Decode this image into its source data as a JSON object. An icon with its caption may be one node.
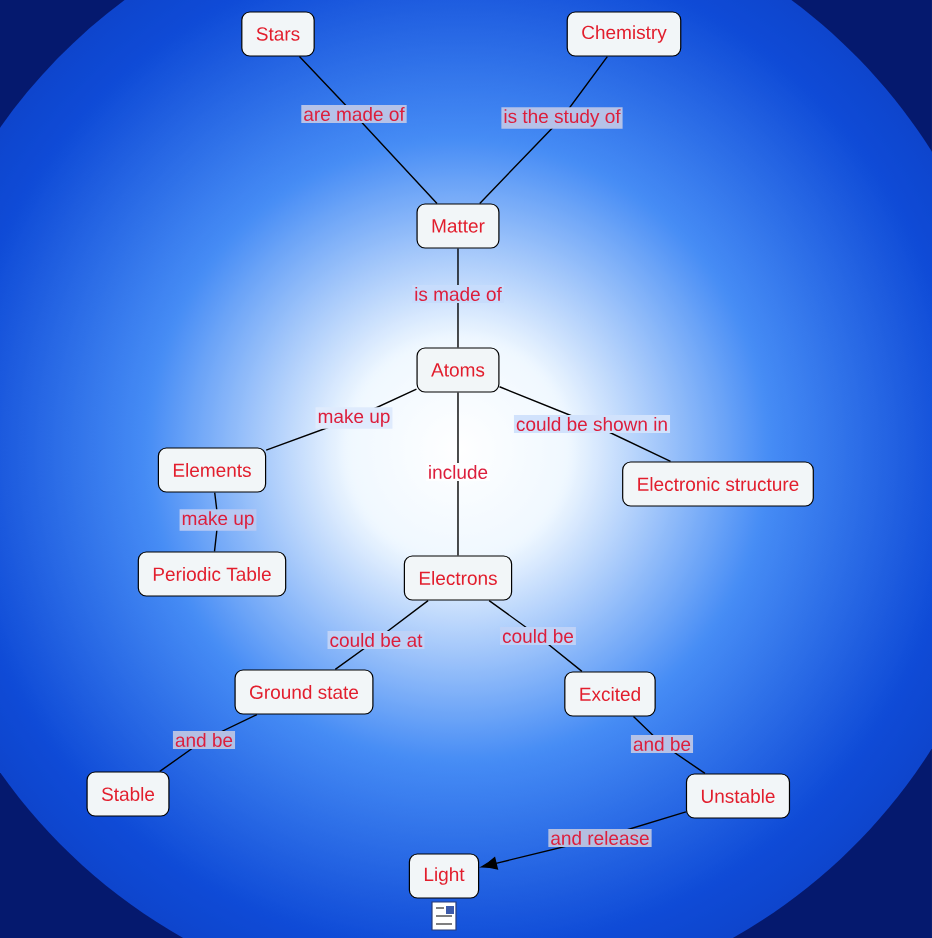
{
  "diagram": {
    "nodes": [
      {
        "text": [
          "Stars"
        ]
      },
      {
        "text": [
          "Chemistry"
        ]
      },
      {
        "text": [
          "Matter"
        ]
      },
      {
        "text": [
          "Atoms"
        ]
      },
      {
        "text": [
          "Elements"
        ]
      },
      {
        "text": [
          "Electronic structure"
        ]
      },
      {
        "text": [
          "Periodic Table"
        ]
      },
      {
        "text": [
          "Electrons"
        ]
      },
      {
        "text": [
          "Ground state"
        ]
      },
      {
        "text": [
          "Excited"
        ]
      },
      {
        "text": [
          "Stable"
        ]
      },
      {
        "text": [
          "Unstable"
        ]
      },
      {
        "text": [
          "Light"
        ]
      }
    ],
    "edges": [
      {
        "from": 0,
        "to": 2,
        "arrow": "none",
        "label": "are made of"
      },
      {
        "from": 1,
        "to": 2,
        "arrow": "none",
        "label": "is the study of"
      },
      {
        "from": 2,
        "to": 3,
        "arrow": "none",
        "label": "is made of"
      },
      {
        "from": 3,
        "to": 4,
        "arrow": "none",
        "label": "make up"
      },
      {
        "from": 4,
        "to": 6,
        "arrow": "none",
        "label": "make up"
      },
      {
        "from": 3,
        "to": 5,
        "arrow": "none",
        "label": "could be shown in"
      },
      {
        "from": 3,
        "to": 7,
        "arrow": "none",
        "label": "include"
      },
      {
        "from": 7,
        "to": 8,
        "arrow": "none",
        "label": "could be at"
      },
      {
        "from": 7,
        "to": 9,
        "arrow": "none",
        "label": "could be"
      },
      {
        "from": 8,
        "to": 10,
        "arrow": "none",
        "label": "and be"
      },
      {
        "from": 9,
        "to": 11,
        "arrow": "none",
        "label": "and be"
      },
      {
        "from": 11,
        "to": 12,
        "arrow": "to",
        "label": "and release"
      }
    ]
  }
}
